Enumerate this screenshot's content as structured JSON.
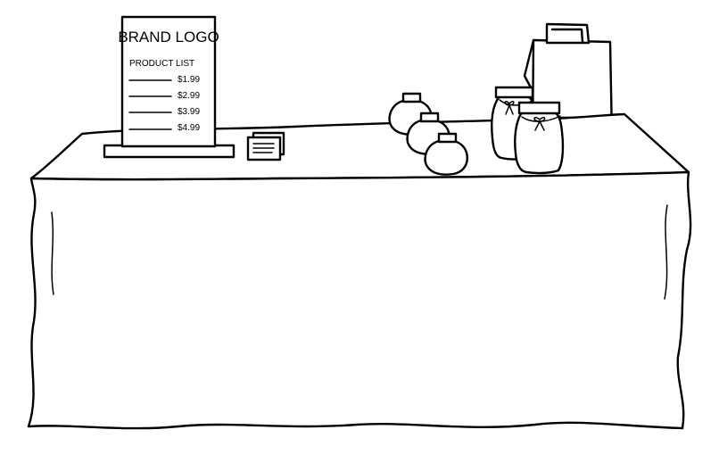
{
  "sign": {
    "brand": "BRAND LOGO",
    "heading": "PRODUCT LIST",
    "prices": [
      "$1.99",
      "$2.99",
      "$3.99",
      "$4.99"
    ]
  },
  "colors": {
    "ink": "#000000",
    "paper": "#ffffff"
  },
  "icons": {
    "business_cards": "stacked-cards",
    "round_jars": "round-lidded-jar",
    "tall_jars": "bow-tied-jar",
    "bag": "shopping-bag"
  }
}
